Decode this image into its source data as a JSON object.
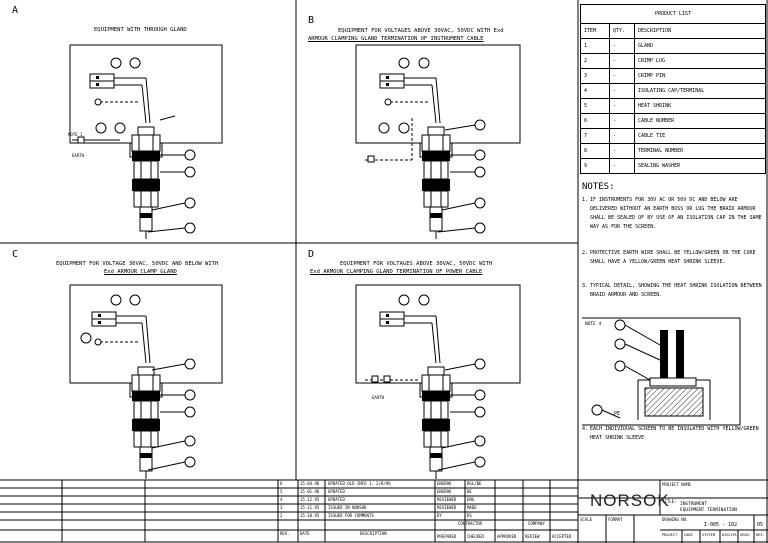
{
  "panels": {
    "a": {
      "letter": "A",
      "title": "EQUIPMENT WITH THROUGH GLAND",
      "title2": ""
    },
    "b": {
      "letter": "B",
      "title": "EQUIPMENT FOR VOLTAGES ABOVE 30VAC, 50VDC WITH Exd",
      "title2": "ARMOUR CLAMPING GLAND TERMINATION OF INSTRUMENT CABLE"
    },
    "c": {
      "letter": "C",
      "title": "EQUIPMENT FOR VOLTAGE 30VAC, 50VDC AND BELOW WITH",
      "title2": "Exd ARMOUR CLAMP GLAND"
    },
    "d": {
      "letter": "D",
      "title": "EQUIPMENT FOR VOLTAGES ABOVE 30VAC, 50VDC WITH",
      "title2": "Exd ARMOUR CLAMPING GLAND TERMINATION OF POWER CABLE"
    }
  },
  "diagram_labels": {
    "note_ref": "NOTE 1",
    "earth": "EARTH",
    "pe": "PE",
    "note4": "NOTE 4"
  },
  "product_list": {
    "title": "PRODUCT LIST",
    "headers": [
      "ITEM",
      "QTY.",
      "DESCRIPTION"
    ],
    "rows": [
      [
        "1",
        "-",
        "GLAND"
      ],
      [
        "2",
        "-",
        "CRIMP LUG"
      ],
      [
        "3",
        "-",
        "CRIMP PIN"
      ],
      [
        "4",
        "-",
        "ISOLATING CAP/TERMINAL"
      ],
      [
        "5",
        "-",
        "HEAT SHRINK"
      ],
      [
        "6",
        "-",
        "CABLE NUMBER"
      ],
      [
        "7",
        "-",
        "CABLE TIE"
      ],
      [
        "8",
        "-",
        "TERMINAL NUMBER"
      ],
      [
        "9",
        "-",
        "SEALING WASHER"
      ]
    ]
  },
  "notes": {
    "title": "NOTES:",
    "items": [
      {
        "num": "1.",
        "text": "IF INSTRUMENTS FOR 30V AC OR 50V DC AND BELOW ARE DELIVERED WITHOUT AN EARTH BOSS OR LUG THE BRAID ARMOUR SHALL BE SEALED OF BY USE OF AN ISOLATION CAP IN THE SAME WAY AS FOR THE SCREEN."
      },
      {
        "num": "2.",
        "text": "PROTECTIVE EARTH WIRE SHALL BE YELLOW/GREEN OR THE CORE SHALL HAVE A YELLOW/GREEN HEAT SHRINK SLEEVE."
      },
      {
        "num": "3.",
        "text": "TYPICAL DETAIL, SHOWING THE HEAT SHRINK ISOLATION BETWEEN BRAID ARMOUR AND SCREEN."
      },
      {
        "num": "4.",
        "text": "EACH INDIVIDUAL SCREEN TO BE INSULATED WITH YELLOW/GREEN HEAT SHRINK SLEEVE"
      }
    ]
  },
  "title_block": {
    "logo": "NORSOK",
    "project_label": "PROJECT NAME",
    "title_label": "TITLE:",
    "title_line1": "INSTRUMENT",
    "title_line2": "EQUIPMENT TERMINATION",
    "drawing_label": "DRAWING NO.",
    "drawing_no": "I-005 - 102",
    "sheet": "05",
    "scale_label": "SCALE",
    "format_label": "FORMAT",
    "revisions": [
      {
        "rev": "6",
        "date": "15.04.96",
        "desc": "UPDATED OLD INFO 1, 2/8/96",
        "by": "ENGB96",
        "chk": "DGL/BE"
      },
      {
        "rev": "5",
        "date": "15.01.96",
        "desc": "UPDATED",
        "by": "ENGB96",
        "chk": "BE"
      },
      {
        "rev": "4",
        "date": "15.12.95",
        "desc": "UPDATED",
        "by": "REVIEWED",
        "chk": "ENG"
      },
      {
        "rev": "3",
        "date": "15.11.95",
        "desc": "ISSUED IN NORSOK",
        "by": "REVIEWED",
        "chk": "MADE"
      },
      {
        "rev": "2",
        "date": "15.10.95",
        "desc": "ISSUED FOR COMMENTS",
        "by": "BY",
        "chk": "DS"
      }
    ],
    "rev_col": "REV.",
    "date_col": "DATE",
    "desc_col": "DESCRIPTION",
    "contractor": "CONTRACTOR",
    "company": "COMPANY",
    "bottom_cols": [
      "PREPARED",
      "CHECKED",
      "APPROVED",
      "REVIEW",
      "ACCEPTED"
    ],
    "footer_cols": [
      "PROJECT",
      "CODE",
      "SYSTEM",
      "DISCIPL.",
      "SEQU.",
      "REV."
    ]
  }
}
